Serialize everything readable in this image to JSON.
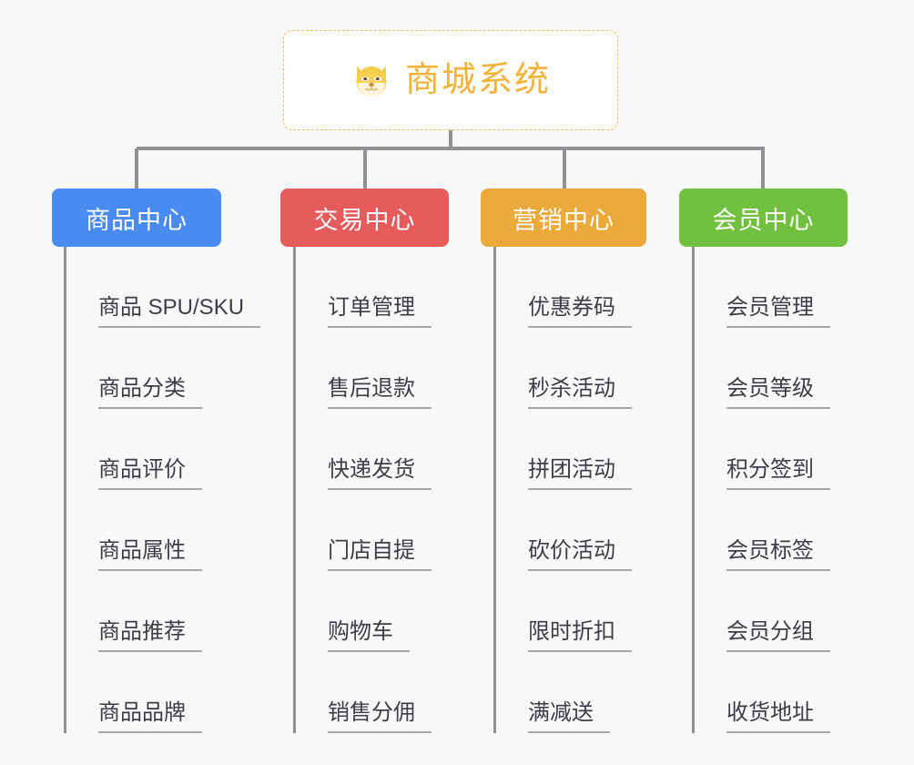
{
  "diagram": {
    "type": "org-chart",
    "background_color": "#f7f8f8",
    "root": {
      "icon": "shiba-dog-emoji",
      "title": "商城系统",
      "text_color": "#f2b338",
      "border_color": "#f0b95c",
      "border_style": "dashed"
    },
    "connector_color": "#8f9194",
    "branches": [
      {
        "label": "商品中心",
        "color": "#4a8bf2",
        "leaves": [
          "商品 SPU/SKU",
          "商品分类",
          "商品评价",
          "商品属性",
          "商品推荐",
          "商品品牌"
        ]
      },
      {
        "label": "交易中心",
        "color": "#e65c5c",
        "leaves": [
          "订单管理",
          "售后退款",
          "快递发货",
          "门店自提",
          "购物车",
          "销售分佣"
        ]
      },
      {
        "label": "营销中心",
        "color": "#eaa93a",
        "leaves": [
          "优惠券码",
          "秒杀活动",
          "拼团活动",
          "砍价活动",
          "限时折扣",
          "满减送"
        ]
      },
      {
        "label": "会员中心",
        "color": "#72c040",
        "leaves": [
          "会员管理",
          "会员等级",
          "积分签到",
          "会员标签",
          "会员分组",
          "收货地址"
        ]
      }
    ]
  }
}
